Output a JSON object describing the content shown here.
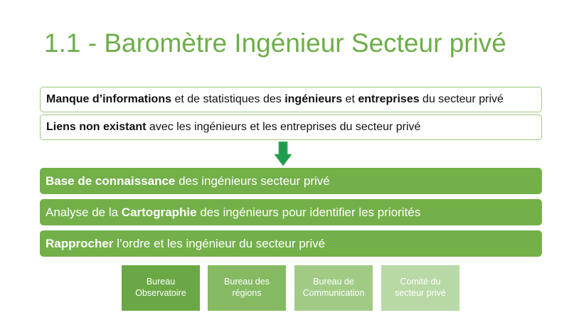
{
  "title": "1.1 - Baromètre Ingénieur Secteur privé",
  "problems": [
    {
      "parts": [
        {
          "b": "Manque d’informations"
        },
        {
          "t": " et de statistiques des "
        },
        {
          "b": "ingénieurs"
        },
        {
          "t": " et "
        },
        {
          "b": "entreprises"
        },
        {
          "t": " du secteur privé"
        }
      ]
    },
    {
      "parts": [
        {
          "b": "Liens non existant"
        },
        {
          "t": " avec les ingénieurs et les entreprises du secteur privé"
        }
      ]
    }
  ],
  "actions": [
    {
      "parts": [
        {
          "b": "Base de connaissance"
        },
        {
          "t": " des ingénieurs secteur privé"
        }
      ]
    },
    {
      "parts": [
        {
          "t": "Analyse de la "
        },
        {
          "b": "Cartographie"
        },
        {
          "t": " des ingénieurs pour identifier les priorités"
        }
      ]
    },
    {
      "parts": [
        {
          "b": "Rapprocher"
        },
        {
          "t": " l’ordre et les ingénieur du secteur privé"
        }
      ]
    }
  ],
  "tiles": [
    {
      "line1": "Bureau",
      "line2": "Observatoire"
    },
    {
      "line1": "Bureau des",
      "line2": "régions"
    },
    {
      "line1": "Bureau de",
      "line2": "Communication"
    },
    {
      "line1": "Comité du",
      "line2": "secteur privé"
    }
  ],
  "colors": {
    "title": "#6dae48",
    "action_fill": "#74b04a",
    "outline_border": "#9bc97b",
    "arrow": "#1f9d4f",
    "tile1": "#6aa845",
    "tile2": "#85ba62",
    "tile3": "#a1cb85",
    "tile4": "#b8d8a5"
  },
  "icons": {
    "connector": "down-arrow-icon"
  }
}
